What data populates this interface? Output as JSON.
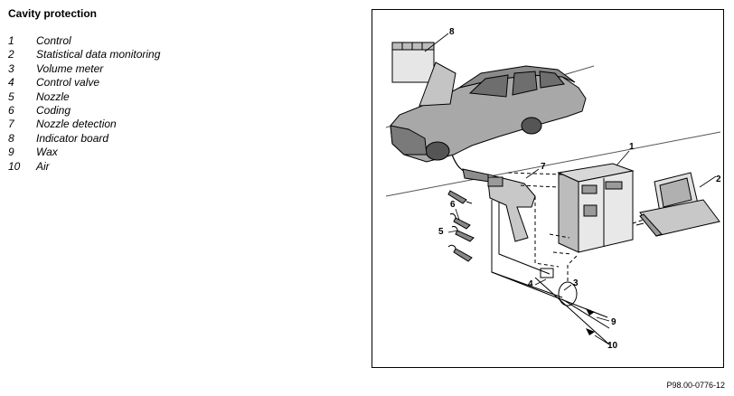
{
  "title": "Cavity protection",
  "legend": [
    {
      "num": "1",
      "label": "Control"
    },
    {
      "num": "2",
      "label": "Statistical data monitoring"
    },
    {
      "num": "3",
      "label": "Volume meter"
    },
    {
      "num": "4",
      "label": "Control valve"
    },
    {
      "num": "5",
      "label": "Nozzle"
    },
    {
      "num": "6",
      "label": "Coding"
    },
    {
      "num": "7",
      "label": "Nozzle detection"
    },
    {
      "num": "8",
      "label": "Indicator board"
    },
    {
      "num": "9",
      "label": "Wax"
    },
    {
      "num": "10",
      "label": "Air"
    }
  ],
  "callouts": [
    "1",
    "2",
    "3",
    "4",
    "5",
    "6",
    "7",
    "8",
    "9",
    "10"
  ],
  "caption": "P98.00-0776-12"
}
